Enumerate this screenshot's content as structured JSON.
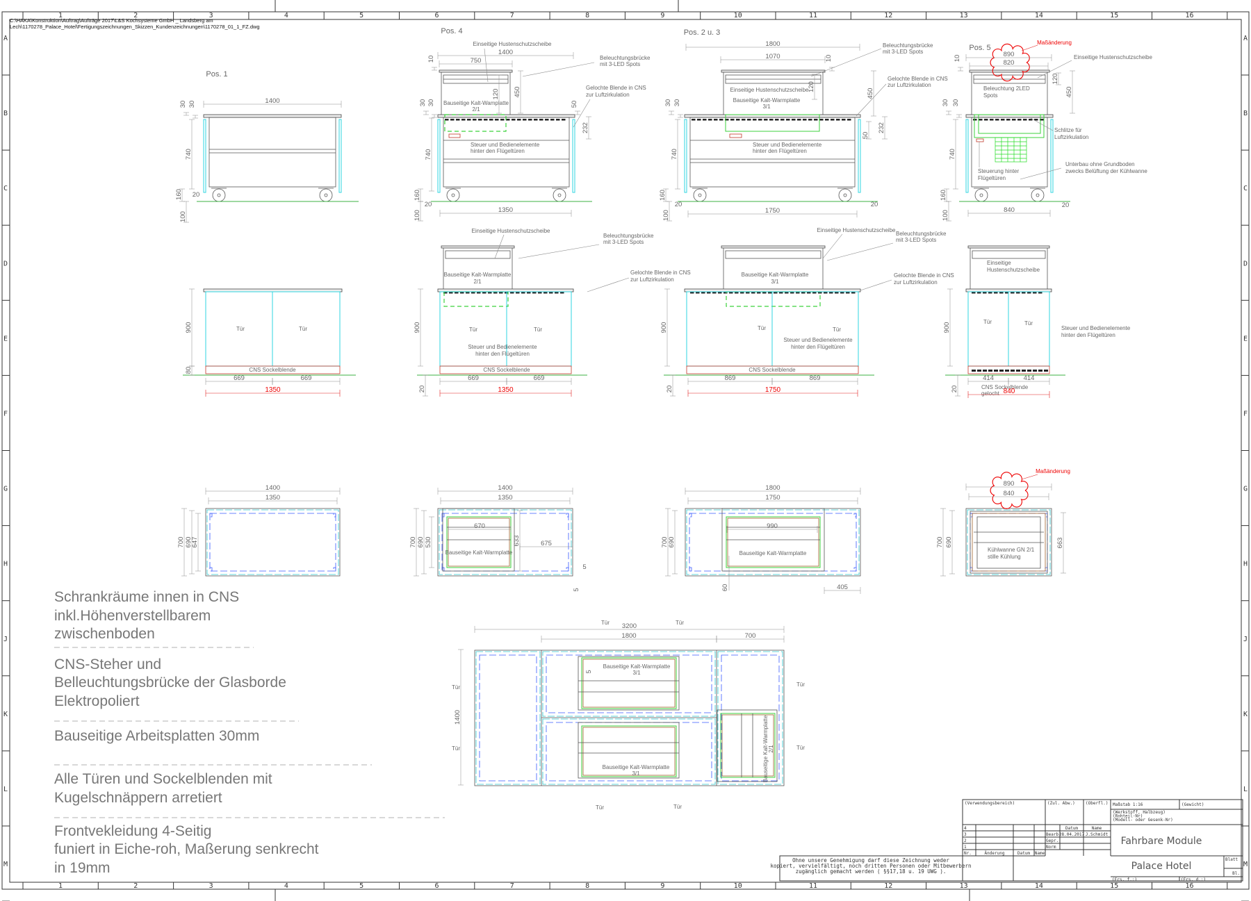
{
  "header": {
    "path_line1": "C:\\HAKA\\Konstruktion\\Auftrag\\Aufträge 2017\\L&S Kochsysteme GmbH _ Landsberg am",
    "path_line2": "Lech\\1170278_Palace_Hotel\\Fertigungszeichnungen_Skizzen_Kundenzeichnungen\\1170278_01_1_FZ.dwg"
  },
  "grid": {
    "columns": [
      "1",
      "2",
      "3",
      "4",
      "5",
      "6",
      "7",
      "8",
      "9",
      "10",
      "11",
      "12",
      "13",
      "14",
      "15",
      "16"
    ],
    "rows": [
      "A",
      "B",
      "C",
      "D",
      "E",
      "F",
      "G",
      "H",
      "J",
      "K",
      "L",
      "M"
    ]
  },
  "colors": {
    "door": "#2fd6e0",
    "plate": "#3cd23c",
    "change": "#e00000",
    "sockel": "#c0392b",
    "inner": "#3b5bff"
  },
  "front": {
    "pos1": {
      "title": "Pos. 1",
      "dims": [
        "1400",
        "30",
        "30",
        "740",
        "160",
        "20",
        "100"
      ]
    },
    "pos4": {
      "title": "Pos. 4",
      "labels": [
        "Einseitige Hustenschutzscheibe",
        "Beleuchtungsbrücke",
        "mit 3-LED Spots",
        "Gelochte Blende in CNS",
        "zur Luftzirkulation",
        "Bauseitige Kalt-Wamplatte",
        "2/1",
        "Steuer und Bedienelemente",
        "hinter den Flügeltüren"
      ],
      "dims": [
        "1400",
        "750",
        "10",
        "120",
        "450",
        "30",
        "30",
        "50",
        "232",
        "740",
        "160",
        "20",
        "100",
        "1350"
      ]
    },
    "pos23": {
      "title": "Pos. 2 u. 3",
      "labels": [
        "Beleuchtungsbrücke",
        "mit 3-LED Spots",
        "Gelochte Blende in CNS",
        "zur Luftzirkulation",
        "Einseitige Hustenschutzscheibe",
        "Bauseitige Kalt-Warmplatte",
        "3/1",
        "Steuer und Bedienelemente",
        "hinter den Flügeltüren"
      ],
      "dims": [
        "1800",
        "1070",
        "10",
        "120",
        "450",
        "30",
        "30",
        "50",
        "232",
        "740",
        "160",
        "20",
        "20",
        "100",
        "1750"
      ]
    },
    "pos5": {
      "title": "Pos. 5",
      "change_note": "Maßänderung",
      "labels": [
        "Einseitige Hustenschutzscheibe",
        "Beleuchtung 2LED",
        "Spots",
        "Schlitze für",
        "Luftzirkulation",
        "Unterbau ohne Grundboden",
        "zwecks Belüftung der Kühlwanne",
        "Steuerung hinter",
        "Flügeltüren"
      ],
      "dims": [
        "890",
        "820",
        "10",
        "120",
        "450",
        "30",
        "30",
        "740",
        "160",
        "20",
        "100",
        "840"
      ]
    }
  },
  "rear": {
    "pos1": {
      "labels": [
        "Tür",
        "Tür",
        "CNS Sockelblende"
      ],
      "dims": [
        "900",
        "80",
        "669",
        "669",
        "1350"
      ]
    },
    "pos4": {
      "labels": [
        "Einseitige Hustenschutzscheibe",
        "Beleuchtungsbrücke",
        "mit 3-LED Spots",
        "Gelochte Blende in CNS",
        "zur Luftzirkulation",
        "Bauseitige Kalt-Warmplatte",
        "2/1",
        "Tür",
        "Tür",
        "Steuer und Bedienelemente",
        "hinter den Flügeltüren",
        "CNS Sockelblende"
      ],
      "dims": [
        "900",
        "20",
        "669",
        "669",
        "1350"
      ]
    },
    "pos23": {
      "labels": [
        "Einseitige Hustenschutzscheibe",
        "Beleuchtungsbrücke",
        "mit 3-LED Spots",
        "Bauseitige Kalt-Warmplatte",
        "3/1",
        "Gelochte Blende in CNS",
        "zur Luftzirkulation",
        "Tür",
        "Tür",
        "Steuer und Bedienelemente",
        "hinter den Flügeltüren",
        "CNS Sockelblende"
      ],
      "dims": [
        "900",
        "20",
        "869",
        "869",
        "1750"
      ]
    },
    "pos5": {
      "labels": [
        "Einseitige",
        "Hustenschutzscheibe",
        "Tür",
        "Tür",
        "Steuer und Bedienelemente",
        "hinter den Flügeltüren",
        "CNS Sockelblende",
        "gelocht"
      ],
      "dims": [
        "900",
        "20",
        "414",
        "414",
        "840"
      ]
    }
  },
  "top": {
    "pos1": {
      "dims": [
        "1400",
        "1350",
        "700",
        "690",
        "647"
      ]
    },
    "pos4": {
      "labels": [
        "Bauseitige Kalt-Warmplatte"
      ],
      "dims": [
        "1400",
        "1350",
        "700",
        "690",
        "530",
        "670",
        "633",
        "675",
        "5",
        "5"
      ]
    },
    "pos23": {
      "labels": [
        "Bauseitige Kalt-Warmplatte"
      ],
      "dims": [
        "1800",
        "1750",
        "700",
        "690",
        "990",
        "60",
        "405"
      ]
    },
    "pos5": {
      "change_note": "Maßänderung",
      "labels": [
        "Kühlwanne GN 2/1",
        "stille Kühlung"
      ],
      "dims": [
        "890",
        "840",
        "700",
        "690",
        "663"
      ]
    }
  },
  "plan": {
    "doors": [
      "Tür",
      "Tür",
      "Tür",
      "Tür",
      "Tür",
      "Tür",
      "Tür",
      "Tür"
    ],
    "labels": [
      "Bauseitige Kalt-Warmplatte",
      "3/1",
      "Bauseitige Kalt-Warmplatte",
      "3/1",
      "Bauseitige Kalt-Warmplatte",
      "2/1"
    ],
    "dims": [
      "3200",
      "1800",
      "700",
      "1400",
      "5"
    ]
  },
  "notes": [
    "Schrankräume innen in CNS",
    "inkl.Höhenverstellbarem",
    "zwischenboden",
    "CNS-Steher und",
    "Belleuchtungsbrücke der Glasborde",
    "Elektropoliert",
    "Bauseitige Arbeitsplatten 30mm",
    "Alle Türen und Sockelblenden mit",
    "Kugelschnäppern arretiert",
    "Frontvekleidung 4-Seitig",
    " funiert in Eiche-roh, Maßerung senkrecht",
    "in 19mm"
  ],
  "notice": [
    "Ohne unsere Genehmigung darf diese Zeichnung weder",
    "kopiert, vervielfältigt, noch dritten Personen oder Mitbewerbern",
    "zugänglich gemacht werden ( §§17,18 u. 19 UWG )."
  ],
  "title_block": {
    "verwendungsbereich": "(Verwendungsbereich)",
    "zul_abw": "(Zul. Abw.)",
    "oberfl": "(Oberfl.)",
    "massstab": "Maßstab  1:16",
    "gewicht": "(Gewicht)",
    "werkstoff": [
      "(Werkstoff, Halbzeug)",
      "(Rohteil-Nr)",
      "(Modell- oder Gesenk-Nr)"
    ],
    "rev_rows": [
      "4",
      "3",
      "2",
      "1"
    ],
    "rev_headers": [
      "Nr.",
      "Änderung",
      "Datum",
      "Name"
    ],
    "datum_header": "Datum",
    "name_header": "Name",
    "roles": [
      "Bearb.",
      "Gepr.",
      "Norm"
    ],
    "bearb_date": "28.04.2017",
    "bearb_name": "J.Schmidt",
    "title": "Fahrbare Module",
    "subtitle": "Palace Hotel",
    "blatt": "Blatt",
    "bl": "Bl.",
    "ers_f": "(Ers. f.:)",
    "ers_d": "(Ers. d.:)"
  }
}
